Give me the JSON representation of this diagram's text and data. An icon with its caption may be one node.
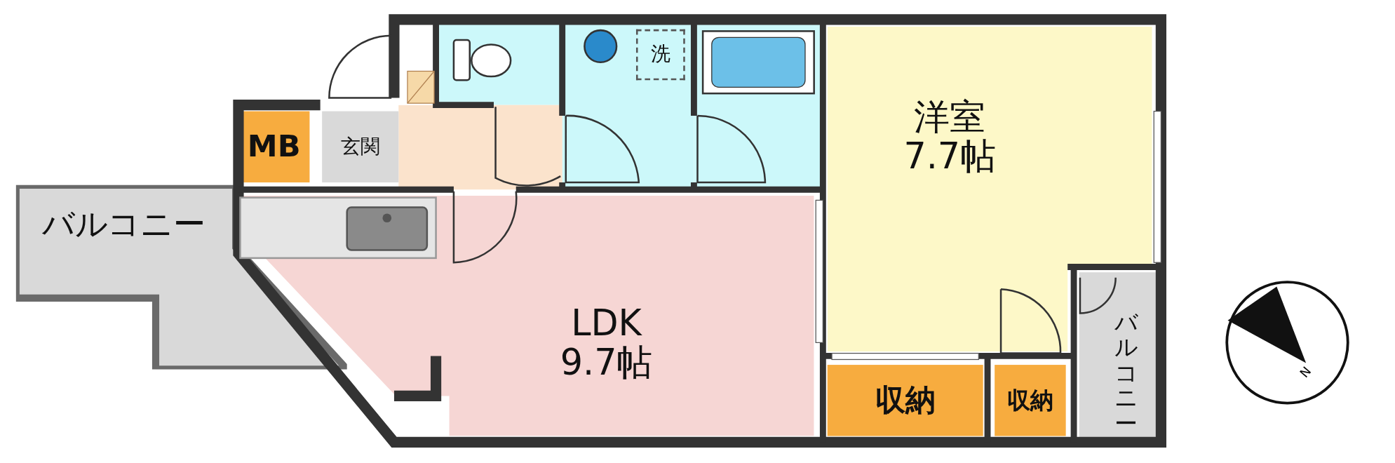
{
  "diagram": {
    "nodes": [
      {
        "text": [
          "洗"
        ]
      },
      {
        "text": [
          "MB"
        ]
      },
      {
        "text": [
          "玄関"
        ]
      },
      {
        "text": [
          "洋室",
          "7.7帖"
        ]
      },
      {
        "text": [
          "バルコニー"
        ]
      },
      {
        "text": [
          "LDK",
          "9.7帖"
        ]
      },
      {
        "text": [
          "バルコニー"
        ]
      },
      {
        "text": [
          "収納"
        ]
      },
      {
        "text": [
          "収納"
        ]
      }
    ],
    "edges": [],
    "labels": [
      "N"
    ]
  }
}
